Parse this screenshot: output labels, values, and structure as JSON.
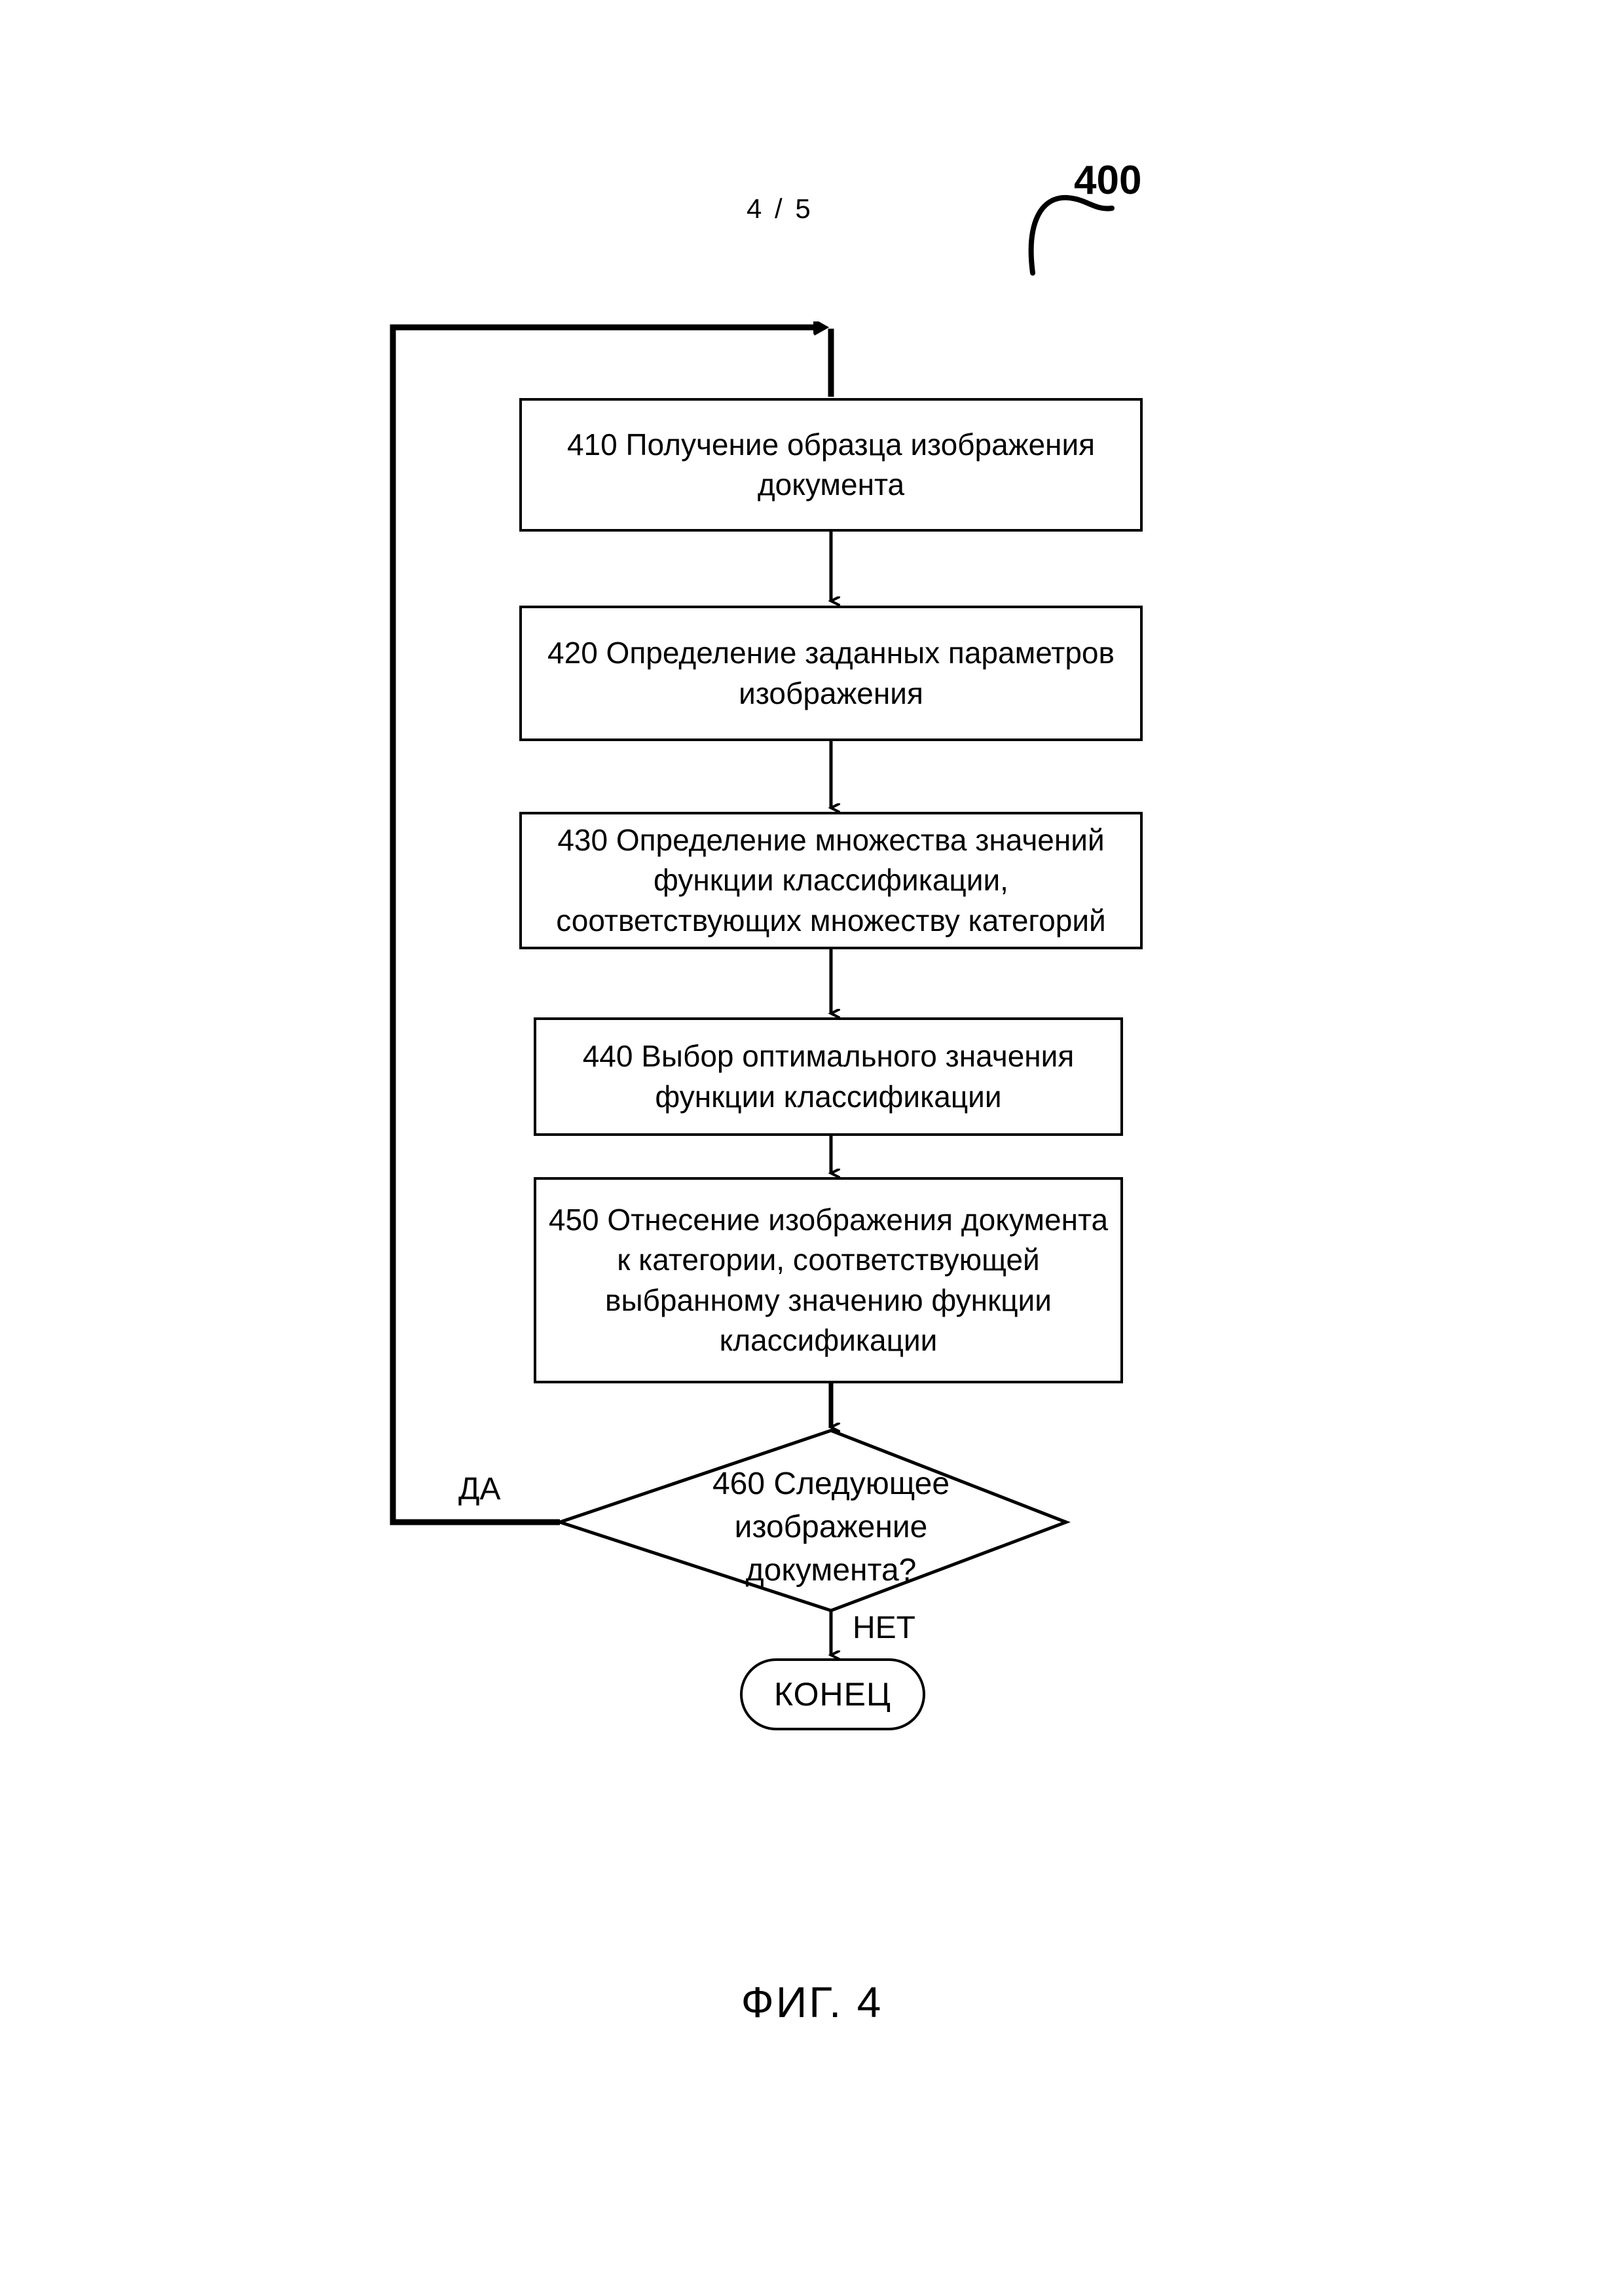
{
  "page": {
    "page_number": "4 / 5",
    "figure_reference": "400",
    "figure_caption": "ФИГ. 4"
  },
  "flowchart": {
    "title": "400",
    "steps": [
      {
        "id": "410",
        "name": "obtain-document-image-sample",
        "text": "410 Получение образца изображения документа",
        "shape": "process"
      },
      {
        "id": "420",
        "name": "determine-image-parameters",
        "text": "420 Определение заданных параметров изображения",
        "shape": "process"
      },
      {
        "id": "430",
        "name": "determine-classification-values",
        "text": "430 Определение множества значений функции классификации, соответствующих множеству категорий",
        "shape": "process"
      },
      {
        "id": "440",
        "name": "select-optimal-value",
        "text": "440 Выбор оптимального значения функции классификации",
        "shape": "process"
      },
      {
        "id": "450",
        "name": "assign-document-to-category",
        "text": "450 Отнесение изображения документа к категории, соответствующей выбранному значению функции классификации",
        "shape": "process"
      }
    ],
    "decision": {
      "id": "460",
      "name": "next-document-image",
      "text": "460 Следующее\nизображение\nдокумента?",
      "shape": "diamond",
      "branch_yes": "ДА",
      "branch_no": "НЕТ"
    },
    "terminal": {
      "name": "end-terminal",
      "text": "КОНЕЦ",
      "shape": "stadium"
    },
    "colors": {
      "stroke": "#000000",
      "fill": "#ffffff"
    }
  }
}
